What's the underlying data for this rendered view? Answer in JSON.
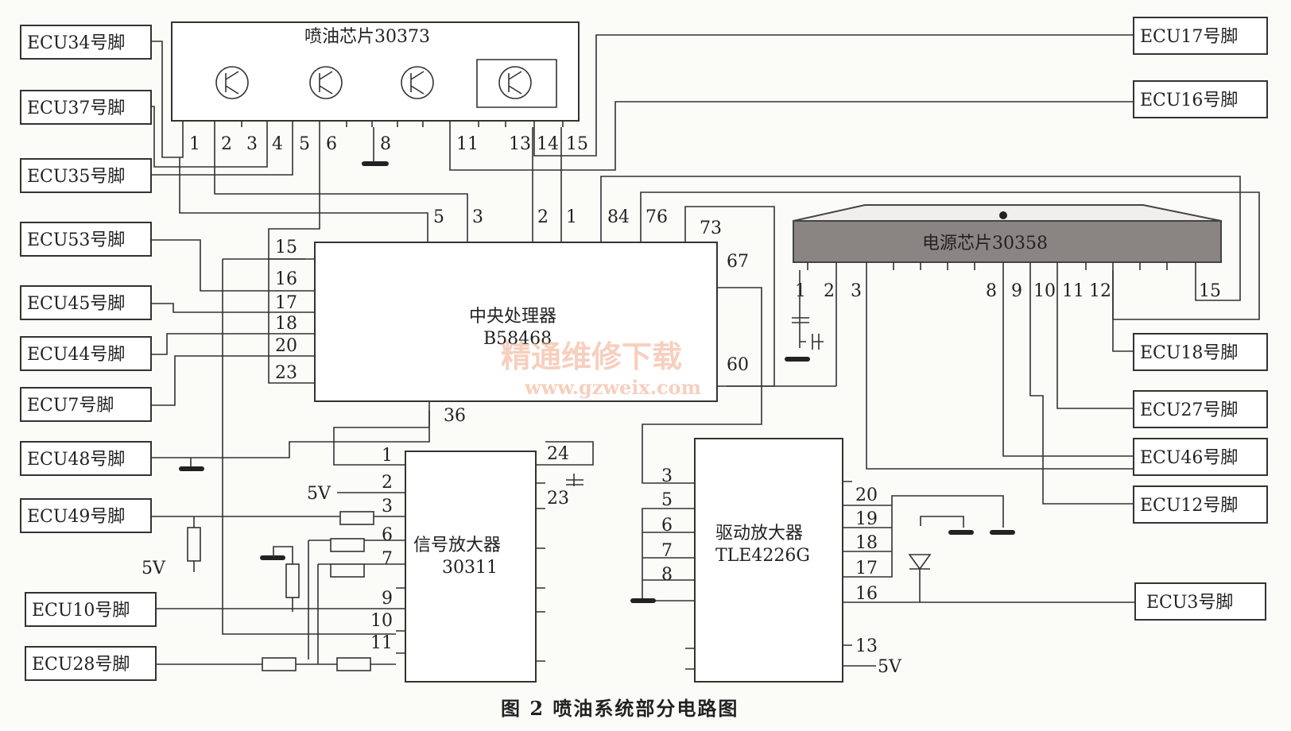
{
  "caption": "图 2   喷油系统部分电路图",
  "watermark": {
    "line1": "精通维修下载",
    "line2": "www.gzweix.com"
  },
  "chips": {
    "injector": {
      "label": "喷油芯片30373"
    },
    "power": {
      "label": "电源芯片30358"
    },
    "cpu": {
      "line1": "中央处理器",
      "line2": "B58468"
    },
    "signal": {
      "line1": "信号放大器",
      "line2": "30311"
    },
    "driver": {
      "line1": "驱动放大器",
      "line2": "TLE4226G"
    }
  },
  "ecu_left": [
    "ECU34号脚",
    "ECU37号脚",
    "ECU35号脚",
    "ECU53号脚",
    "ECU45号脚",
    "ECU44号脚",
    "ECU7号脚",
    "ECU48号脚",
    "ECU49号脚",
    "ECU10号脚",
    "ECU28号脚"
  ],
  "ecu_right": [
    "ECU17号脚",
    "ECU16号脚",
    "ECU18号脚",
    "ECU27号脚",
    "ECU46号脚",
    "ECU12号脚",
    "ECU3号脚"
  ],
  "pins": {
    "injector": [
      "1",
      "2",
      "3",
      "4",
      "5",
      "6",
      "8",
      "11",
      "13",
      "14",
      "15"
    ],
    "cpu_top": [
      "5",
      "3",
      "2",
      "1",
      "84",
      "76",
      "73"
    ],
    "cpu_left": [
      "15",
      "16",
      "17",
      "18",
      "20",
      "23"
    ],
    "cpu_right": [
      "67",
      "60"
    ],
    "cpu_bottom": [
      "36"
    ],
    "power": [
      "1",
      "2",
      "3",
      "8",
      "9",
      "10",
      "11",
      "12",
      "15"
    ],
    "signal_left": [
      "1",
      "2",
      "3",
      "6",
      "7",
      "9",
      "10",
      "11"
    ],
    "signal_right": [
      "24",
      "23"
    ],
    "driver_left": [
      "3",
      "5",
      "6",
      "7",
      "8"
    ],
    "driver_right": [
      "20",
      "19",
      "18",
      "17",
      "16",
      "13"
    ]
  },
  "voltage": "5V",
  "colors": {
    "wire": "#333333",
    "power_chip": "#8a8582",
    "watermark": "#f2a98a"
  }
}
